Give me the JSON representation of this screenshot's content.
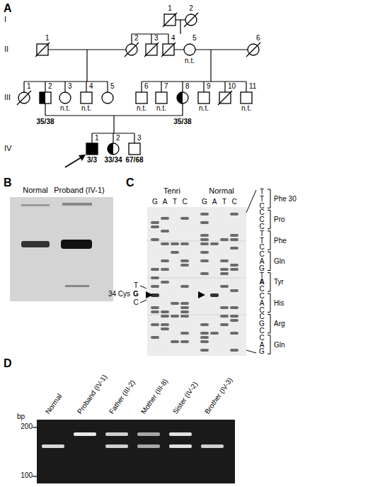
{
  "diagram": {
    "labels": [
      "A",
      "I",
      "II",
      "III",
      "IV",
      "1",
      "2",
      "1",
      "2",
      "3",
      "4",
      "5",
      "6",
      "n.t.",
      "1",
      "2",
      "3",
      "4",
      "5",
      "6",
      "7",
      "8",
      "9",
      "10",
      "11",
      "n.t.",
      "n.t.",
      "n.t.",
      "n.t.",
      "n.t.",
      "n.t.",
      "35/38",
      "35/38",
      "1",
      "2",
      "3",
      "3/3",
      "33/34",
      "67/68",
      "B",
      "Normal",
      "Proband (IV-1)",
      "C",
      "Tenri",
      "Normal",
      "G",
      "A",
      "T",
      "C",
      "G",
      "A",
      "T",
      "C",
      "34 Cys",
      "T",
      "G",
      "C",
      "T",
      "T",
      "C",
      "C",
      "C",
      "C",
      "T",
      "T",
      "C",
      "C",
      "A",
      "G",
      "T",
      "A",
      "C",
      "C",
      "A",
      "C",
      "C",
      "G",
      "C",
      "C",
      "A",
      "G",
      "Phe 30",
      "Pro",
      "Phe",
      "Gln",
      "Tyr",
      "His",
      "Arg",
      "Gln",
      "D",
      "bp",
      "200",
      "100",
      "Normal",
      "Proband (IV-1)",
      "Father (III-2)",
      "Mother (III-8)",
      "Sister (IV-2)",
      "Brother (IV-3)"
    ]
  }
}
